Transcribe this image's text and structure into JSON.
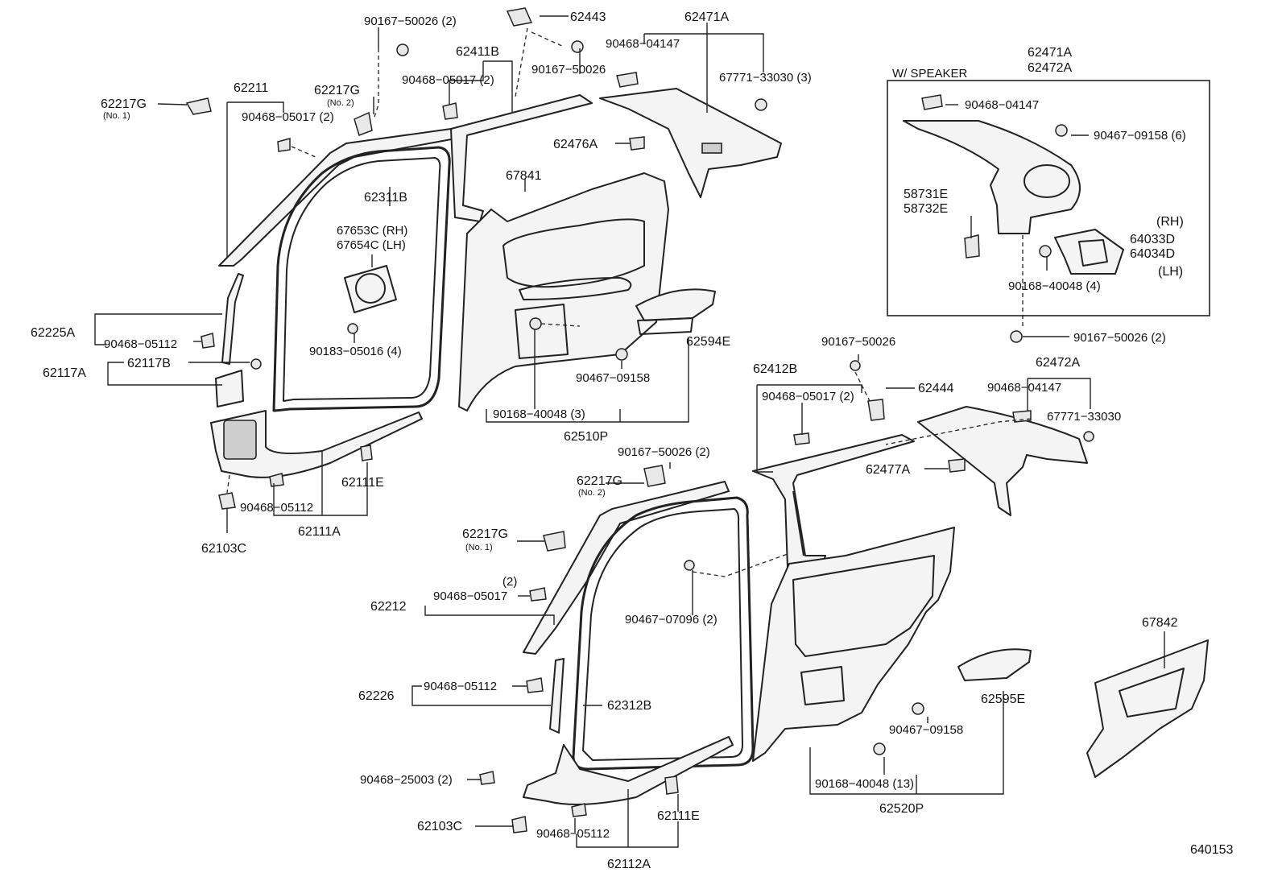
{
  "diagram": {
    "figure_code": "640153",
    "speaker_box": {
      "title": "W/ SPEAKER",
      "header_lines": [
        "62471A",
        "62472A"
      ]
    },
    "labels": {
      "p62217G_no1_top": "62217G",
      "p62217G_no1_top_note": "(No. 1)",
      "p62211": "62211",
      "p90468_05017_2_a": "90468−05017 (2)",
      "p90167_50026_2_top": "90167−50026 (2)",
      "p62217G_no2_top": "62217G",
      "p62217G_no2_top_note": "(No. 2)",
      "p62443": "62443",
      "p62411B": "62411B",
      "p90468_05017_2_b": "90468−05017 (2)",
      "p90167_50026_top": "90167−50026",
      "p62471A_top": "62471A",
      "p90468_04147_top": "90468−04147",
      "p67771_33030_3": "67771−33030 (3)",
      "p62476A": "62476A",
      "p67841": "67841",
      "p62311B": "62311B",
      "p67653C": "67653C (RH)",
      "p67654C": "67654C (LH)",
      "p62225A": "62225A",
      "p90468_05112_a": "90468−05112",
      "p90183_05016_4": "90183−05016 (4)",
      "p62117A": "62117A",
      "p62117B": "62117B",
      "p62594E": "62594E",
      "p90467_09158_a": "90467−09158",
      "p90168_40048_3": "90168−40048 (3)",
      "p62510P": "62510P",
      "p62111E_a": "62111E",
      "p90468_05112_b": "90468−05112",
      "p62111A": "62111A",
      "p62103C_a": "62103C",
      "p90468_04147_spk": "90468−04147",
      "p90467_09158_6": "90467−09158 (6)",
      "p58731E": "58731E",
      "p58732E": "58732E",
      "p_rh": "(RH)",
      "p64033D": "64033D",
      "p64034D": "64034D",
      "p_lh": "(LH)",
      "p90168_40048_4": "90168−40048 (4)",
      "p90167_50026_2_right": "90167−50026 (2)",
      "p90167_50026_mid": "90167−50026",
      "p62412B": "62412B",
      "p62444": "62444",
      "p62472A_r": "62472A",
      "p90468_05017_2_c": "90468−05017 (2)",
      "p90468_04147_r": "90468−04147",
      "p67771_33030_r": "67771−33030",
      "p62477A": "62477A",
      "p90167_50026_2_mid": "90167−50026 (2)",
      "p62217G_no2_mid": "62217G",
      "p62217G_no2_mid_note": "(No. 2)",
      "p62217G_no1_mid": "62217G",
      "p62217G_no1_mid_note": "(No. 1)",
      "p_2": "(2)",
      "p62212": "62212",
      "p90468_05017_d": "90468−05017",
      "p90467_07096_2": "90467−07096 (2)",
      "p67842": "67842",
      "p62226": "62226",
      "p90468_05112_c": "90468−05112",
      "p62312B": "62312B",
      "p62595E": "62595E",
      "p90467_09158_b": "90467−09158",
      "p90468_25003_2": "90468−25003 (2)",
      "p90168_40048_13": "90168−40048 (13)",
      "p62103C_b": "62103C",
      "p90468_05112_d": "90468−05112",
      "p62111E_b": "62111E",
      "p62520P": "62520P",
      "p62112A": "62112A"
    }
  }
}
